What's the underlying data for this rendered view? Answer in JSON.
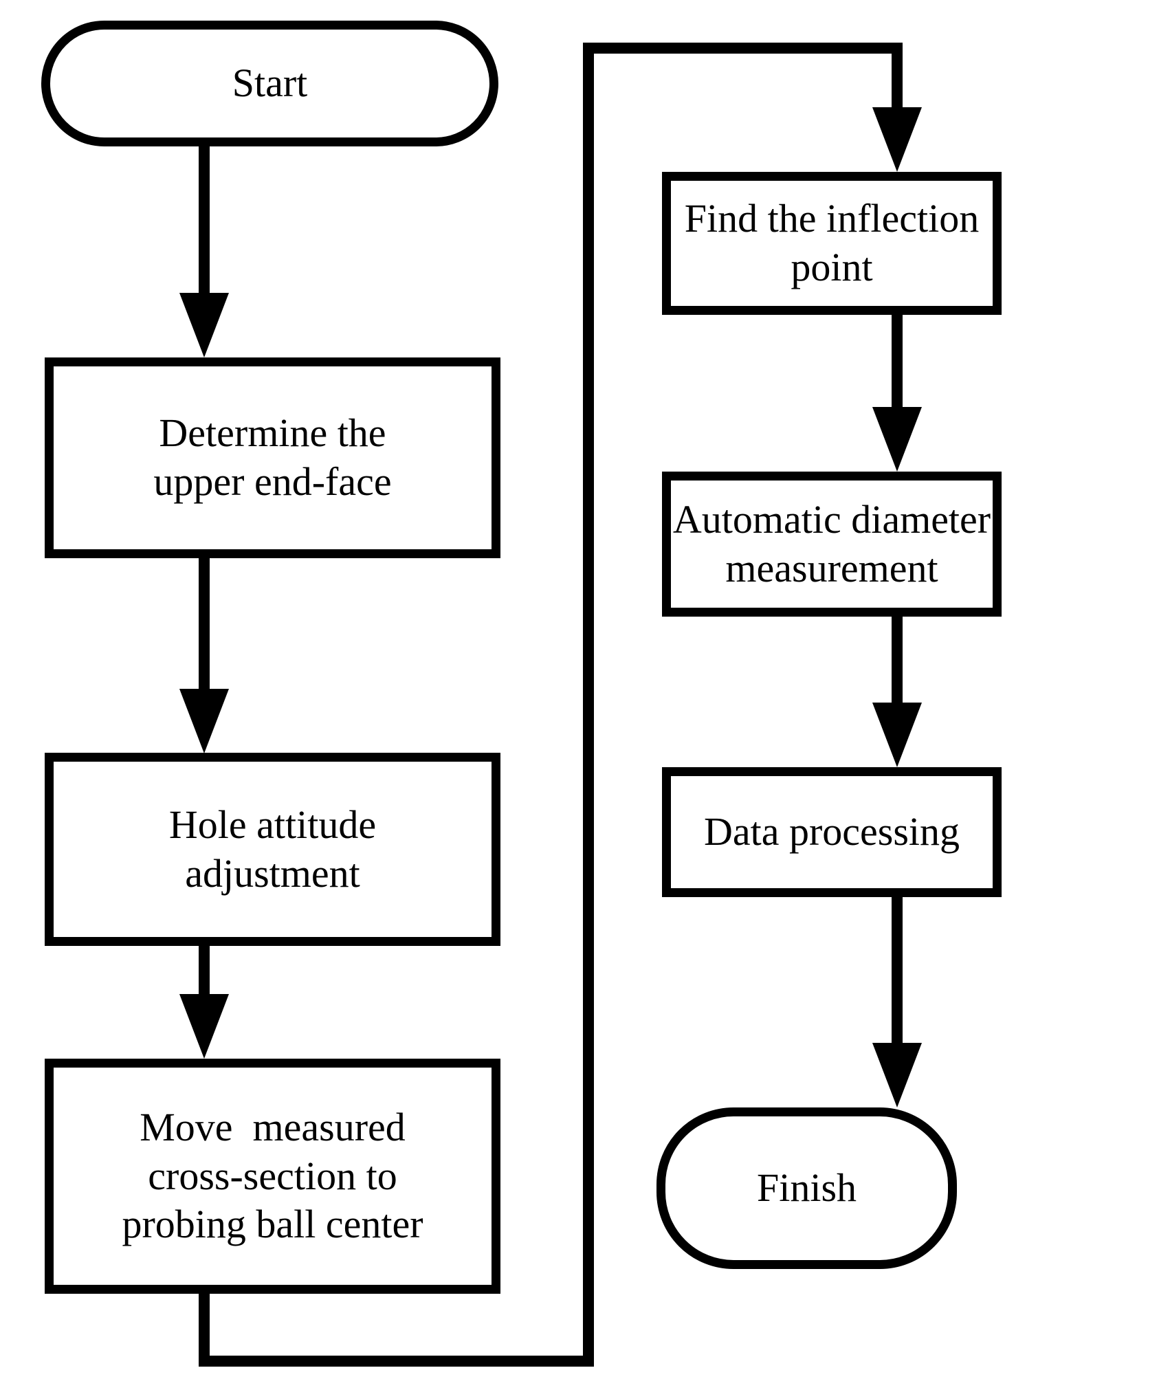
{
  "diagram": {
    "type": "flowchart",
    "background_color": "#ffffff",
    "stroke_color": "#000000",
    "nodes": [
      {
        "id": "start",
        "shape": "terminator",
        "label": "Start"
      },
      {
        "id": "determine-upper-end-face",
        "shape": "process",
        "label": "Determine the\nupper end-face"
      },
      {
        "id": "hole-attitude-adjustment",
        "shape": "process",
        "label": "Hole attitude\nadjustment"
      },
      {
        "id": "move-cross-section",
        "shape": "process",
        "label": "Move  measured\ncross-section to\nprobing ball center"
      },
      {
        "id": "find-inflection-point",
        "shape": "process",
        "label": "Find the inflection\npoint"
      },
      {
        "id": "automatic-diameter-measurement",
        "shape": "process",
        "label": "Automatic diameter\nmeasurement"
      },
      {
        "id": "data-processing",
        "shape": "process",
        "label": "Data processing"
      },
      {
        "id": "finish",
        "shape": "terminator",
        "label": "Finish"
      }
    ],
    "edges": [
      {
        "from": "start",
        "to": "determine-upper-end-face"
      },
      {
        "from": "determine-upper-end-face",
        "to": "hole-attitude-adjustment"
      },
      {
        "from": "hole-attitude-adjustment",
        "to": "move-cross-section"
      },
      {
        "from": "move-cross-section",
        "to": "find-inflection-point"
      },
      {
        "from": "find-inflection-point",
        "to": "automatic-diameter-measurement"
      },
      {
        "from": "automatic-diameter-measurement",
        "to": "data-processing"
      },
      {
        "from": "data-processing",
        "to": "finish"
      }
    ]
  }
}
